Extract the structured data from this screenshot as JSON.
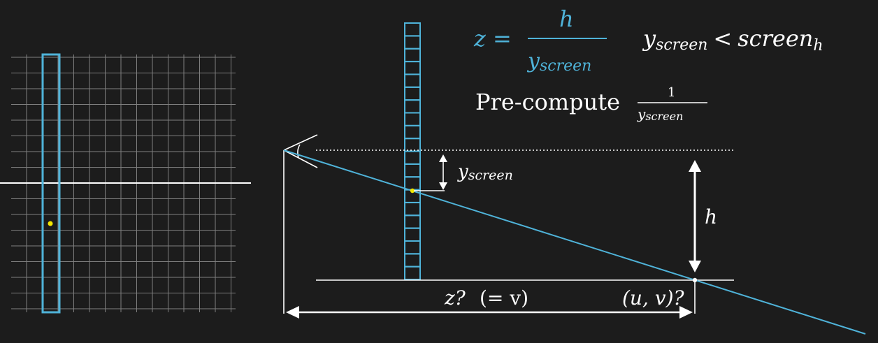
{
  "colors": {
    "background": "#1c1c1c",
    "accent_blue": "#4fb3d9",
    "white": "#ffffff",
    "grid": "#8a8a8a",
    "highlight_point": "#f2e600"
  },
  "formula": {
    "lhs": "z =",
    "numerator": "h",
    "denominator_base": "y",
    "denominator_sub": "screen",
    "condition_base": "y",
    "condition_sub": "screen",
    "condition_op": "<",
    "condition_rhs_base": "screen",
    "condition_rhs_sub": "h"
  },
  "precompute": {
    "label": "Pre-compute",
    "numerator": "1",
    "denominator_base": "y",
    "denominator_sub": "screen"
  },
  "labels": {
    "y_screen_base": "y",
    "y_screen_sub": "screen",
    "h": "h",
    "z_label": "z?",
    "z_paren": "(= v)",
    "uv": "(u, v)?"
  }
}
